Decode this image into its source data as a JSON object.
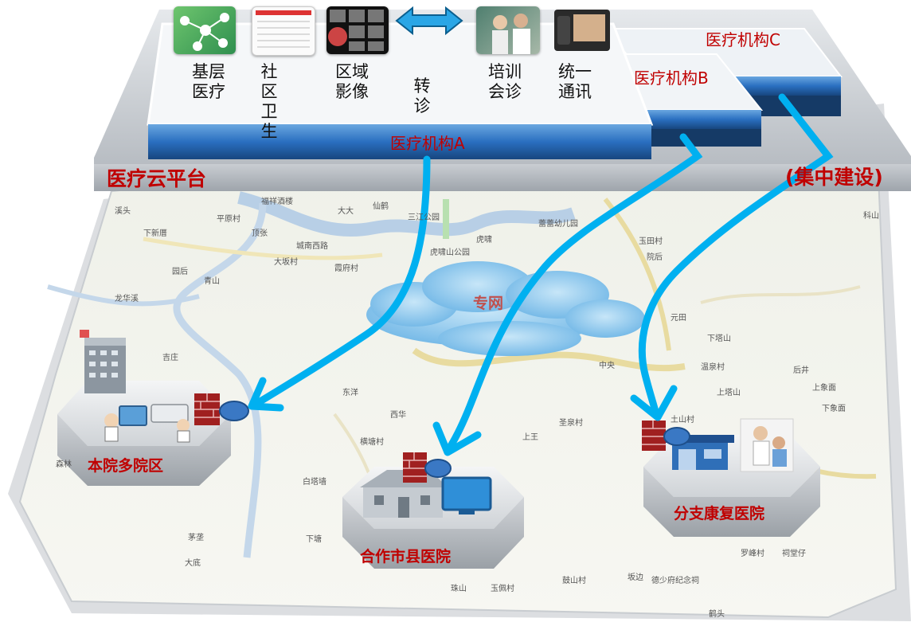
{
  "platform": {
    "title": "医疗云平台",
    "note": "(集中建设)"
  },
  "institutions": [
    {
      "name": "医疗机构A"
    },
    {
      "name": "医疗机构B"
    },
    {
      "name": "医疗机构C"
    }
  ],
  "services": [
    {
      "label": "基层\n医疗",
      "icon": "network-app-icon"
    },
    {
      "label": "社\n区\n卫\n生",
      "icon": "report-screen-icon"
    },
    {
      "label": "区域\n影像",
      "icon": "medical-imaging-icon"
    },
    {
      "label": "转\n诊",
      "icon": "two-way-arrow-icon"
    },
    {
      "label": "培训\n会诊",
      "icon": "consultation-photo-icon"
    },
    {
      "label": "统一\n通讯",
      "icon": "video-phone-icon"
    }
  ],
  "network": {
    "label": "专网"
  },
  "sites": [
    {
      "name": "本院多院区"
    },
    {
      "name": "合作市县医院"
    },
    {
      "name": "分支康复医院"
    }
  ],
  "map_labels": [
    "溪头",
    "平原村",
    "福祥酒楼",
    "大大",
    "仙鹤",
    "三江公园",
    "蕾蕾幼儿园",
    "科山",
    "下新厝",
    "顶张",
    "虎啸",
    "玉田村",
    "大坂村",
    "城南西路",
    "霞府村",
    "虎啸山公园",
    "院后",
    "园后",
    "青山",
    "龙华溪",
    "吉庄",
    "元田",
    "下塔山",
    "温泉村",
    "后井",
    "中央",
    "上塔山",
    "上象面",
    "下象面",
    "东洋",
    "西华",
    "圣泉村",
    "土山村",
    "横塘村",
    "上王",
    "森林",
    "白塔墙",
    "下塘",
    "茅垄",
    "大底",
    "罗峰村",
    "祠堂仔",
    "坂边",
    "德少府纪念祠",
    "珠山",
    "玉佩村",
    "鼓山村",
    "鹤头"
  ],
  "colors": {
    "link": "#00b0f0",
    "platform_band": "#1f5fa8",
    "label_red": "#c00000",
    "cloud": "#8ec8ec"
  }
}
